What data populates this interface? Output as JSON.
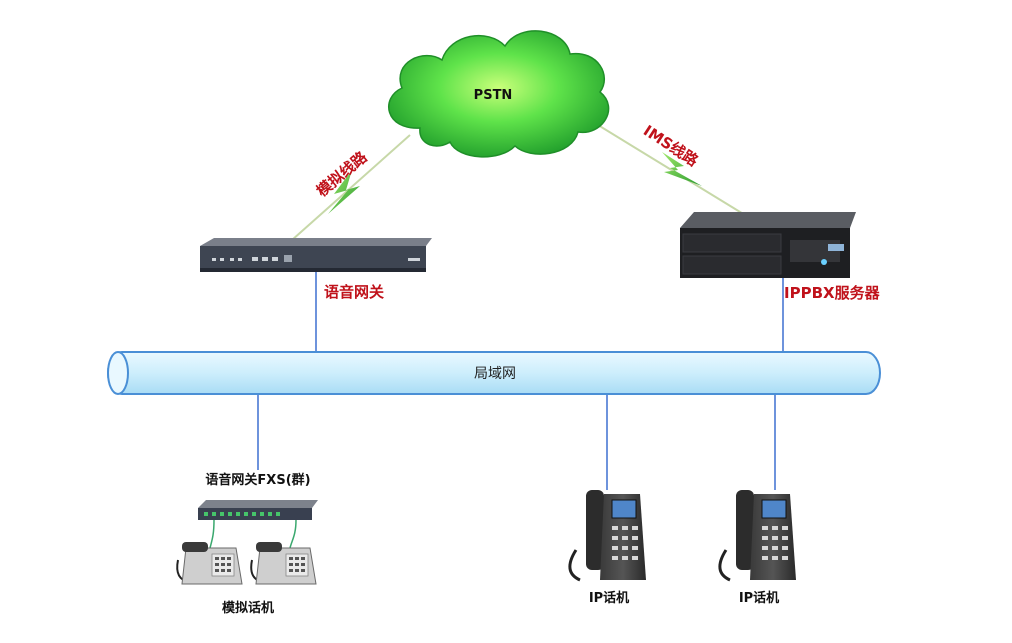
{
  "cloud": {
    "label": "PSTN"
  },
  "links": {
    "analog_line": "模拟线路",
    "ims_line": "IMS线路"
  },
  "devices": {
    "voice_gateway": "语音网关",
    "ippbx_server": "IPPBX服务器",
    "fxs_gateway_group": "语音网关FXS(群)",
    "analog_phone": "模拟话机",
    "ip_phone_1": "IP话机",
    "ip_phone_2": "IP话机"
  },
  "lan": {
    "label": "局域网"
  },
  "colors": {
    "cloud_green": "#35d63a",
    "label_red": "#c0121b",
    "lan_fill": "#cdeefc",
    "lan_stroke": "#4a8fd6",
    "line_blue": "#3d6fd0"
  }
}
